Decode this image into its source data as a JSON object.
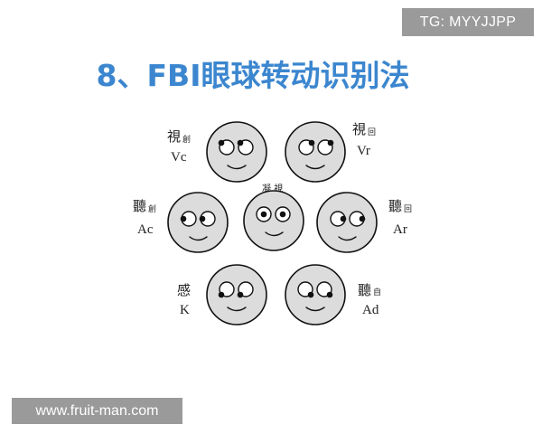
{
  "watermark_top": "TG: MYYJJPP",
  "title": "8、FBI眼球转动识别法",
  "faces": {
    "vc": {
      "main": "視",
      "sub": "創",
      "code": "Vc"
    },
    "vr": {
      "main": "視",
      "sub": "回",
      "code": "Vr"
    },
    "ac": {
      "main": "聽",
      "sub": "創",
      "code": "Ac"
    },
    "center": {
      "label": "凝 視"
    },
    "ar": {
      "main": "聽",
      "sub": "回",
      "code": "Ar"
    },
    "k": {
      "main": "感",
      "sub": "",
      "code": "K"
    },
    "ad": {
      "main": "聽",
      "sub": "自",
      "code": "Ad"
    }
  },
  "watermark_bottom": "www.fruit-man.com",
  "colors": {
    "title": "#3b86cf",
    "face_fill": "#dcdcdc",
    "tag_bg": "#9a9a9a"
  }
}
